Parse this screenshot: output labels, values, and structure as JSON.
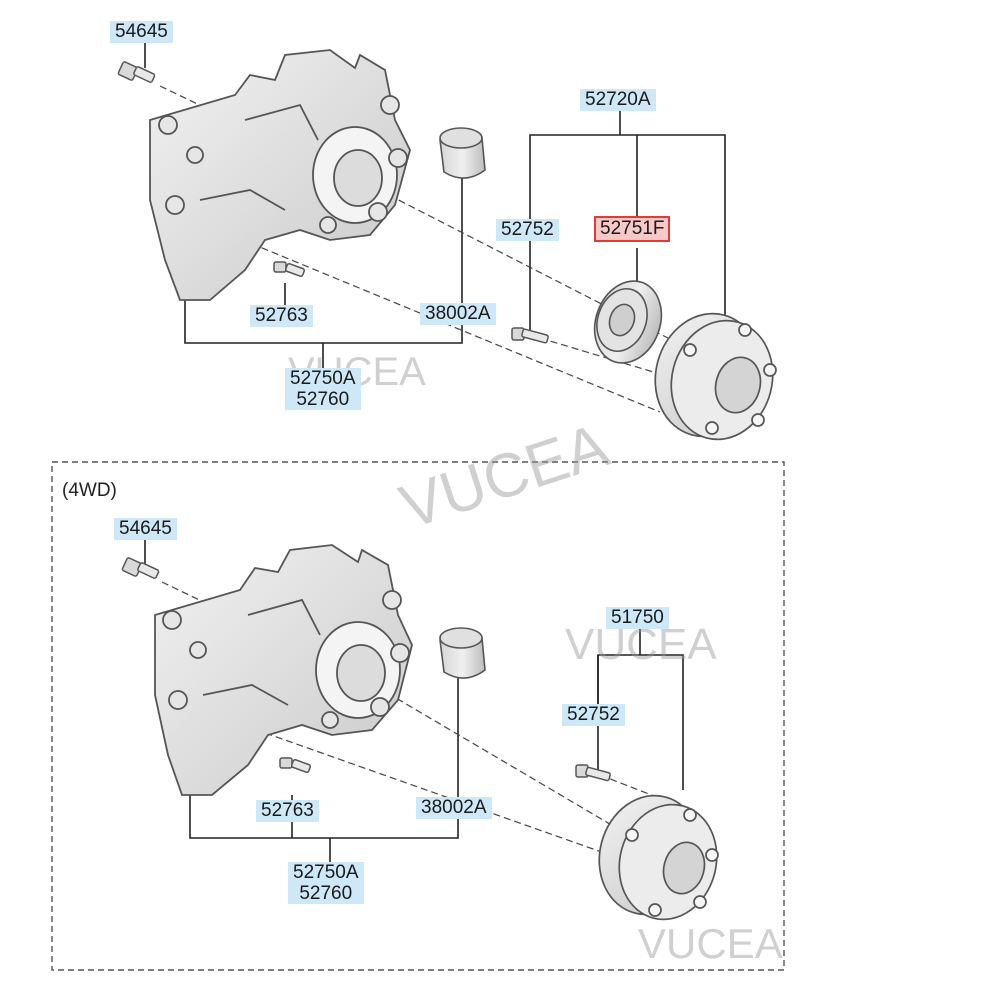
{
  "top_section": {
    "labels": {
      "bolt": "54645",
      "hub_assembly": "52720A",
      "hub_bolt": "52752",
      "bearing": "52751F",
      "knuckle_bolt": "52763",
      "bushing": "38002A",
      "knuckle_a": "52750A",
      "knuckle_b": "52760"
    }
  },
  "bottom_section": {
    "variant": "(4WD)",
    "labels": {
      "bolt": "54645",
      "hub_assembly": "51750",
      "hub_bolt": "52752",
      "knuckle_bolt": "52763",
      "bushing": "38002A",
      "knuckle_a": "52750A",
      "knuckle_b": "52760"
    }
  },
  "watermark": "VUCEA",
  "colors": {
    "label_bg": "#cfe8f8",
    "highlight_bg": "#f7c8c8",
    "highlight_border": "#e23a3a",
    "part_fill": "#e2e2e2",
    "part_stroke": "#555555"
  }
}
